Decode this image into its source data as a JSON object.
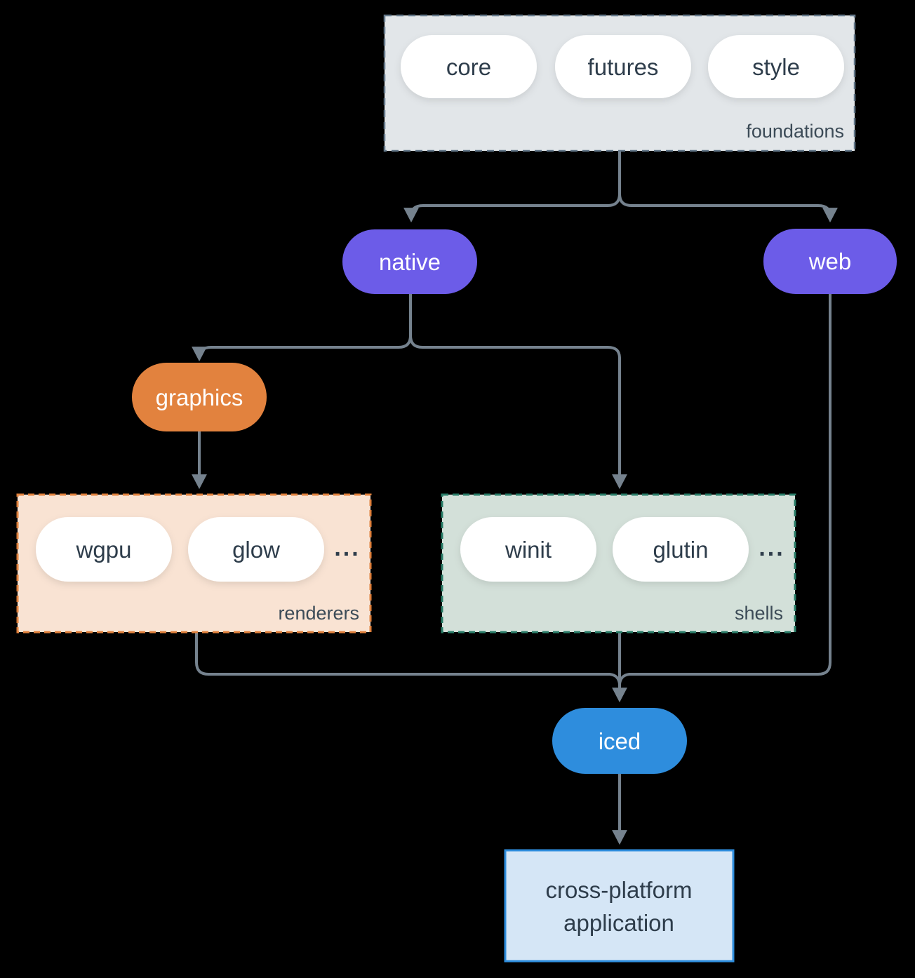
{
  "nodes": {
    "foundations": {
      "group_label": "foundations",
      "crates": [
        "core",
        "futures",
        "style"
      ]
    },
    "native": {
      "label": "native"
    },
    "web": {
      "label": "web"
    },
    "graphics": {
      "label": "graphics"
    },
    "renderers": {
      "group_label": "renderers",
      "crates": [
        "wgpu",
        "glow"
      ],
      "more": "..."
    },
    "shells": {
      "group_label": "shells",
      "crates": [
        "winit",
        "glutin"
      ],
      "more": "..."
    },
    "iced": {
      "label": "iced"
    },
    "application": {
      "label_line1": "cross-platform",
      "label_line2": "application"
    }
  },
  "colors": {
    "background": "#000000",
    "edge": "#75828e",
    "pill_fill": "#ffffff",
    "pill_text": "#2e3d4b",
    "group_label_text": "#3c4b57",
    "purple": "#6c5ce8",
    "orange": "#e2823e",
    "blue": "#2e8ddd",
    "foundations_fill": "#e2e6e9",
    "foundations_border": "#64788a",
    "renderers_fill": "#f9e3d3",
    "renderers_border": "#e0813d",
    "shells_fill": "#d3e0d9",
    "shells_border": "#2a7d68",
    "application_fill": "#d5e6f6",
    "application_border": "#2e8ddd"
  }
}
